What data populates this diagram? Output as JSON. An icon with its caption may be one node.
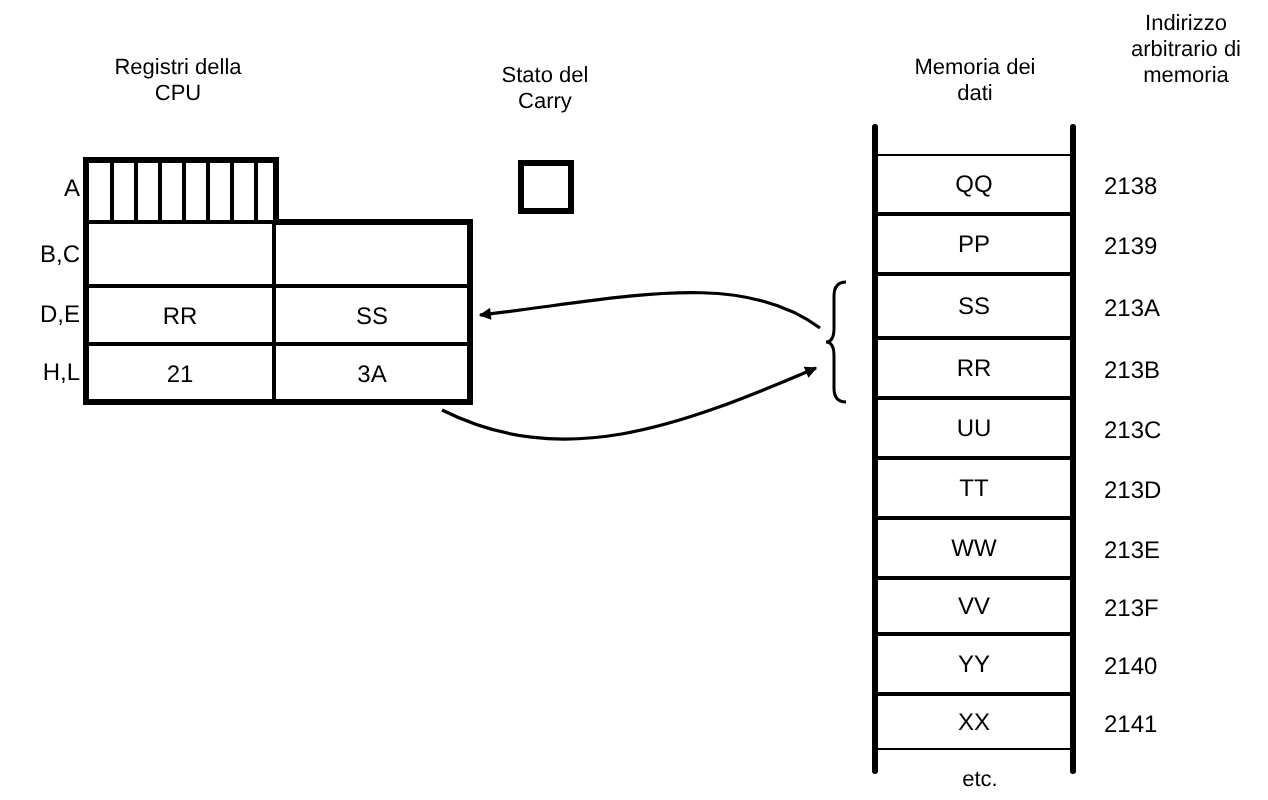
{
  "diagram": {
    "nodes": [
      {
        "text": [
          "Registri della CPU"
        ]
      },
      {
        "text": [],
        "shape": "box",
        "in": 0
      },
      {
        "text": [],
        "shape": "box",
        "in": 0
      },
      {
        "text": [],
        "shape": "box",
        "in": 0
      },
      {
        "text": [
          "RR"
        ],
        "in": 0
      },
      {
        "text": [
          "SS"
        ],
        "in": 0
      },
      {
        "text": [
          "21"
        ],
        "in": 0
      },
      {
        "text": [
          "3A"
        ],
        "in": 0
      },
      {
        "text": [
          "Stato del Carry"
        ]
      },
      {
        "text": [
          "Memoria dei dati"
        ]
      },
      {
        "text": [
          "QQ"
        ],
        "in": 9,
        "beside": [
          "2138"
        ]
      },
      {
        "text": [
          "PP"
        ],
        "in": 9,
        "beside": [
          "2139"
        ]
      },
      {
        "text": [
          "SS"
        ],
        "in": 9,
        "beside": [
          "213A"
        ]
      },
      {
        "text": [
          "RR"
        ],
        "in": 9,
        "beside": [
          "213B"
        ]
      },
      {
        "text": [
          "UU"
        ],
        "in": 9,
        "beside": [
          "213C"
        ]
      },
      {
        "text": [
          "TT"
        ],
        "in": 9,
        "beside": [
          "213D"
        ]
      },
      {
        "text": [
          "WW"
        ],
        "in": 9,
        "beside": [
          "213E"
        ]
      },
      {
        "text": [
          "VV"
        ],
        "in": 9,
        "beside": [
          "213F"
        ]
      },
      {
        "text": [
          "YY"
        ],
        "in": 9,
        "beside": [
          "2140"
        ]
      },
      {
        "text": [
          "XX"
        ],
        "in": 9,
        "beside": [
          "2141"
        ]
      },
      {
        "text": [],
        "shape": "brace"
      }
    ],
    "edges": [
      {
        "from": 20,
        "to": 5,
        "arrow": "to"
      },
      {
        "from": 7,
        "to": 20,
        "arrow": "to"
      }
    ],
    "labels": [
      "A",
      "B,C",
      "D,E",
      "H,L",
      "Indirizzo arbitrario di memoria",
      "etc."
    ]
  }
}
